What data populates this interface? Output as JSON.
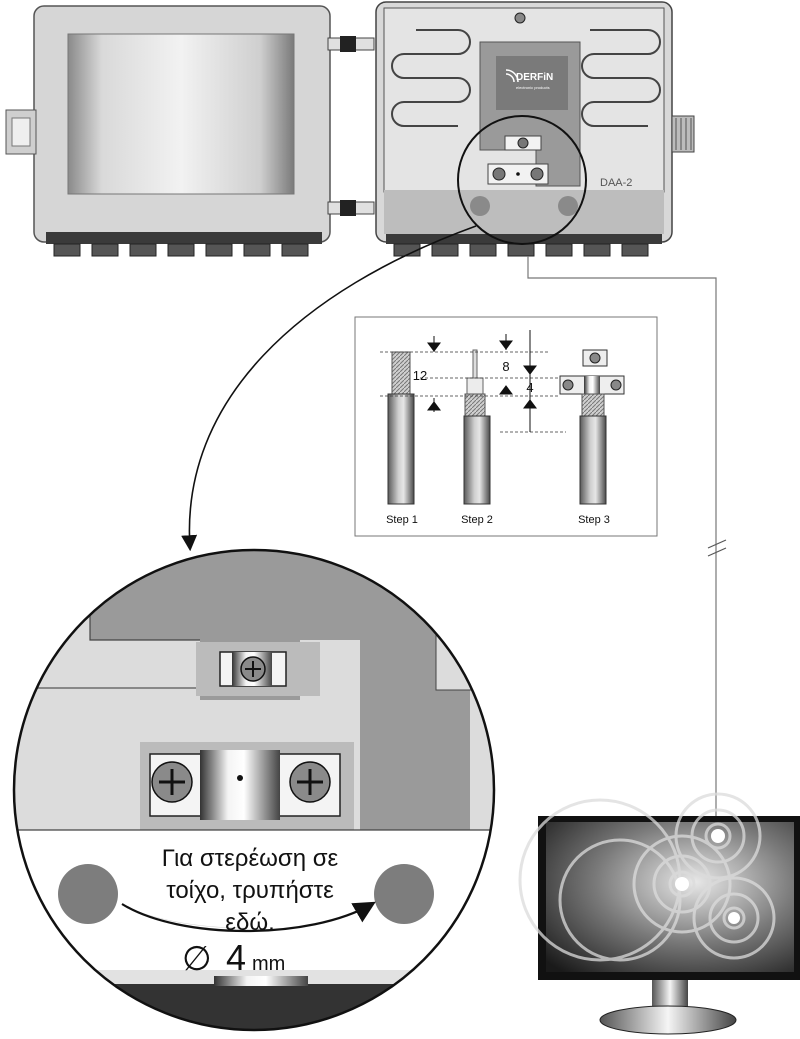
{
  "device": {
    "brand": "DERFiN",
    "brand_sub": "electronic products",
    "model": "DAA-2"
  },
  "cable_steps": {
    "dimensions": [
      "12",
      "8",
      "4"
    ],
    "steps": [
      "Step  1",
      "Step  2",
      "Step  3"
    ]
  },
  "zoom": {
    "note_lines": [
      "Για στερέωση σε",
      "τοίχο, τρυπήστε",
      "εδώ."
    ],
    "diameter_symbol": "∅",
    "diameter_value": "4",
    "diameter_unit": "mm"
  },
  "colors": {
    "enclosure": "#d6d6d6",
    "enclosure_dark": "#8c8c8c",
    "pcb": "#9a9a9a",
    "hole": "#7d7d7d",
    "line": "#111111"
  }
}
